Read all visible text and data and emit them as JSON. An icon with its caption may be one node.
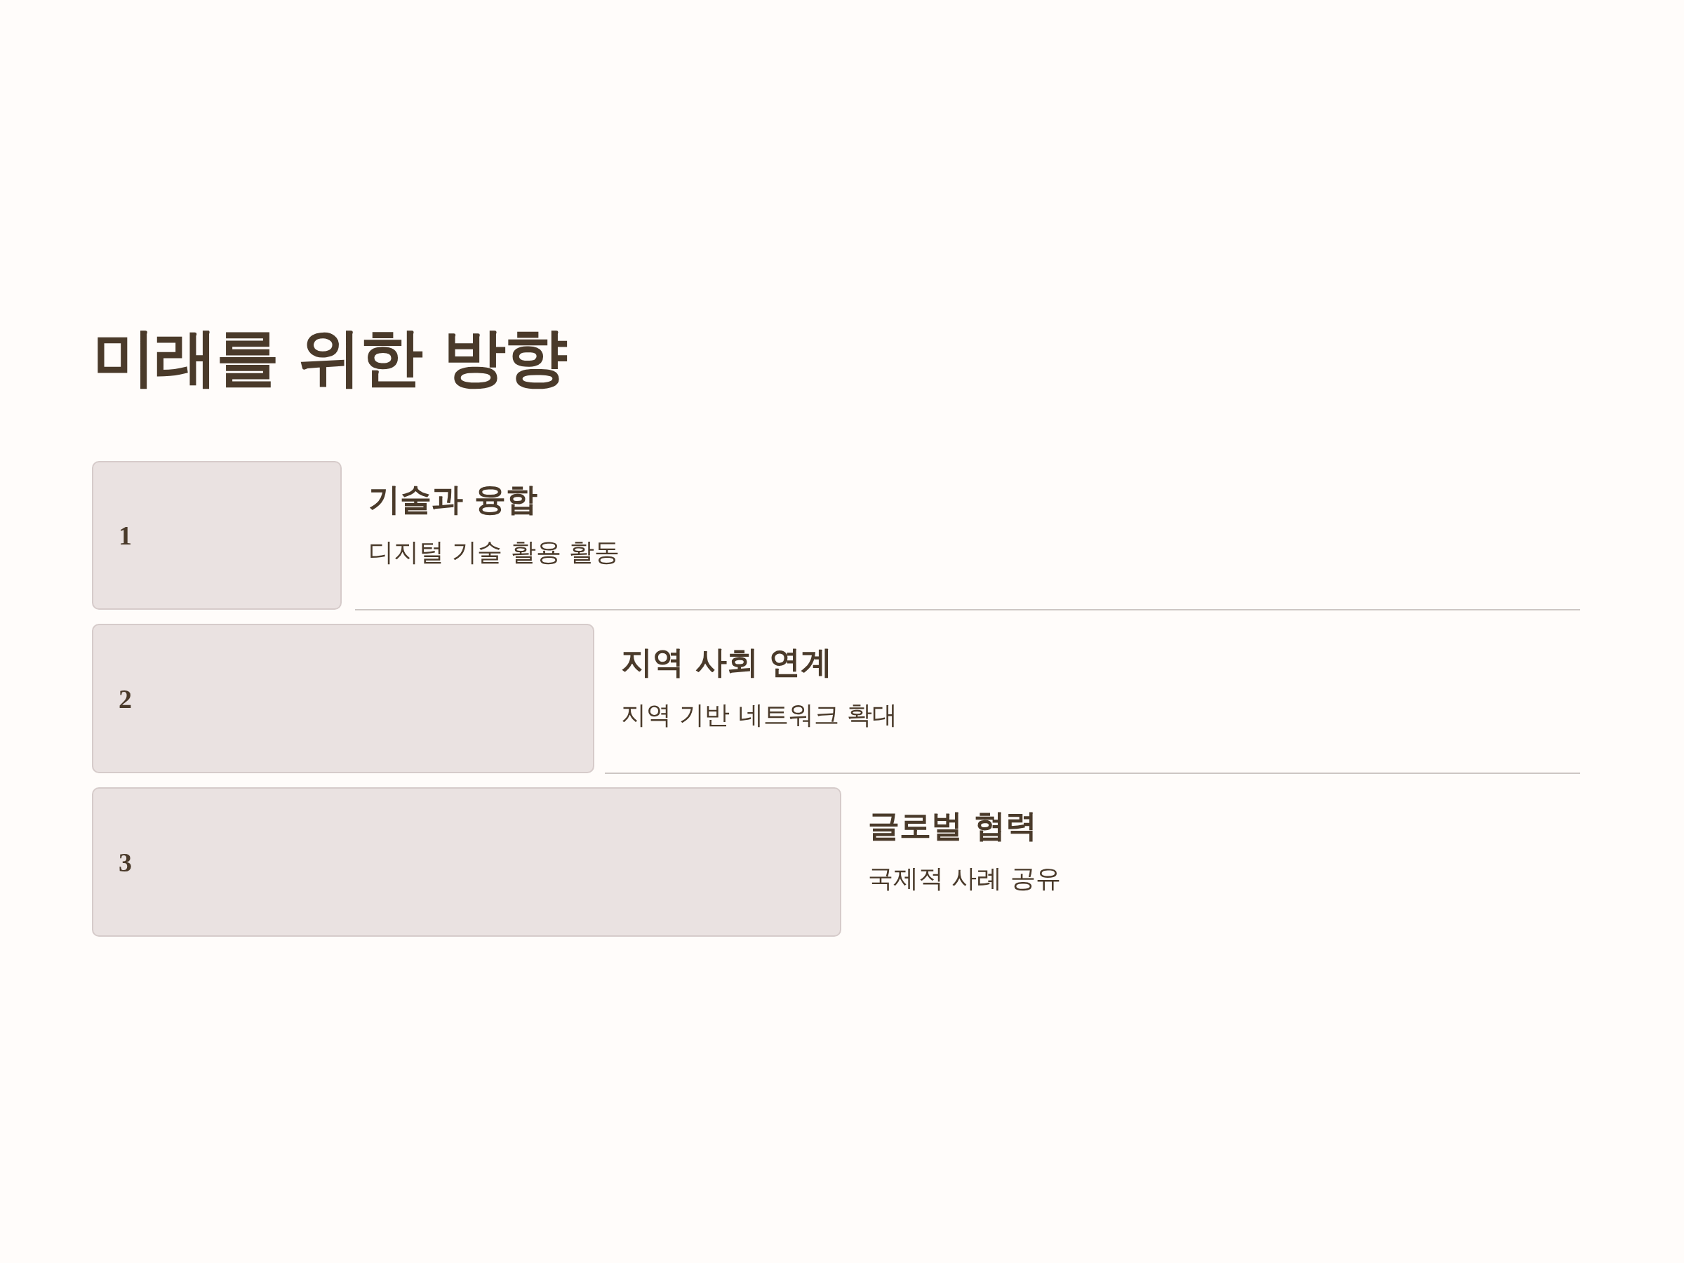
{
  "diagram": {
    "title": "미래를 위한 방향",
    "nodes": [
      {
        "text": [
          "1"
        ],
        "beside": [
          "기술과 융합",
          "디지털 기술 활용 활동"
        ]
      },
      {
        "text": [
          "2"
        ],
        "beside": [
          "지역 사회 연계",
          "지역 기반 네트워크 확대"
        ]
      },
      {
        "text": [
          "3"
        ],
        "beside": [
          "글로벌 협력",
          "국제적 사례 공유"
        ]
      }
    ]
  }
}
